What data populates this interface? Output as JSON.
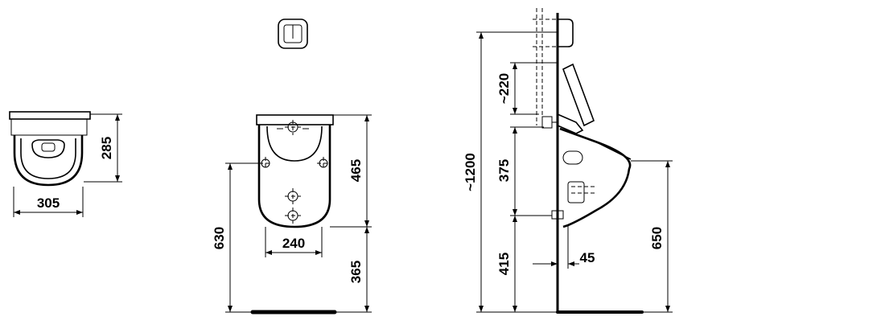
{
  "dimensions": {
    "top_view_width": "305",
    "top_view_depth": "285",
    "front_width": "240",
    "front_height": "465",
    "front_mount_height": "630",
    "front_floor_clearance": "365",
    "side_total_height": "~1200",
    "side_valve_offset": "~220",
    "side_inlet_offset": "375",
    "side_outlet_height": "415",
    "side_wall_offset": "45",
    "side_rim_height": "650"
  }
}
